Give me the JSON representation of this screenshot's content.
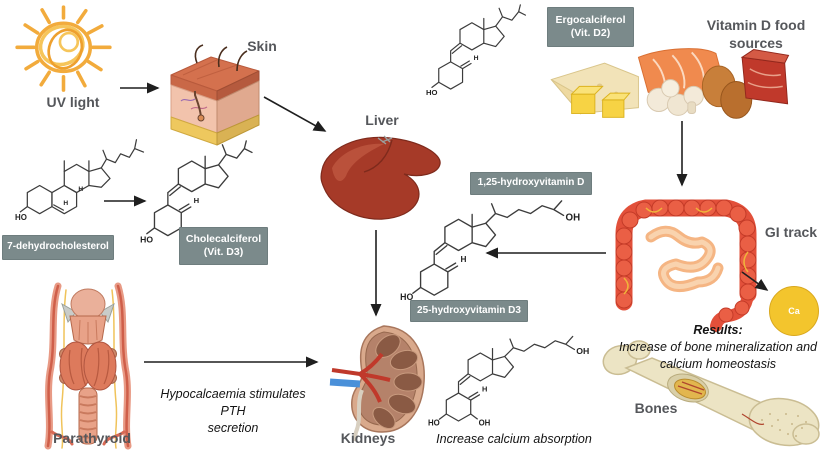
{
  "labels": {
    "uv_light": "UV light",
    "skin": "Skin",
    "liver": "Liver",
    "gi_track": "GI track",
    "kidneys": "Kidneys",
    "parathyroid": "Parathyroid",
    "bones": "Bones",
    "food_line1": "Vitamin D food",
    "food_line2": "sources"
  },
  "chem_boxes": {
    "dehydrocholesterol": "7-dehydrocholesterol",
    "cholecalciferol_line1": "Cholecalciferol",
    "cholecalciferol_line2": "(Vit. D3)",
    "ergocalciferol_line1": "Ergocalciferol",
    "ergocalciferol_line2": "(Vit. D2)",
    "hydroxyvitamin_1_25": "1,25-hydroxyvitamin D",
    "hydroxyvitamin_25": "25-hydroxyvitamin D3"
  },
  "annotations": {
    "pth_line1": "Hypocalcaemia stimulates PTH",
    "pth_line2": "secretion",
    "calcium_absorption": "Increase calcium absorption",
    "results_title": "Results:",
    "results_line1": "Increase of bone mineralization and",
    "results_line2": "calcium homeostasis"
  },
  "calcium": {
    "symbol": "Ca"
  },
  "chem": {
    "ho": "HO",
    "oh": "OH",
    "h": "H"
  },
  "colors": {
    "box_bg": "#7b8a8b",
    "box_text": "#ffffff",
    "label_text": "#55575b",
    "sun": "#f2ab3c",
    "calcium_circle": "#f3c52d",
    "arrow": "#1f1f1f"
  }
}
